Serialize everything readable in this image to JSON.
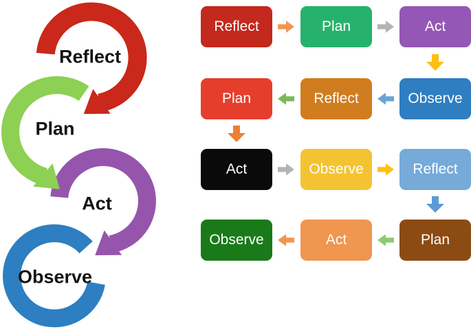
{
  "figure": {
    "cycle": {
      "rings": [
        {
          "label": "Reflect",
          "color": "#c9281a"
        },
        {
          "label": "Plan",
          "color": "#8dd053"
        },
        {
          "label": "Act",
          "color": "#9655ad"
        },
        {
          "label": "Observe",
          "color": "#2d7fc1"
        }
      ]
    },
    "flow_grid": {
      "rows": [
        {
          "boxes": [
            {
              "label": "Reflect",
              "bg": "#c3291c"
            },
            {
              "label": "Plan",
              "bg": "#26b26c"
            },
            {
              "label": "Act",
              "bg": "#9557b5"
            }
          ],
          "arrows": [
            {
              "dir": "right",
              "color": "#f0964f"
            },
            {
              "dir": "right",
              "color": "#b3b3b3"
            }
          ],
          "drop_arrow": {
            "dir": "down",
            "color": "#fdc00f"
          }
        },
        {
          "boxes": [
            {
              "label": "Plan",
              "bg": "#e63e2d"
            },
            {
              "label": "Reflect",
              "bg": "#d17d1f"
            },
            {
              "label": "Observe",
              "bg": "#2e7ec1"
            }
          ],
          "arrows": [
            {
              "dir": "left",
              "color": "#79ba58"
            },
            {
              "dir": "left",
              "color": "#68a3d9"
            }
          ],
          "drop_arrow": {
            "dir": "down",
            "color": "#ee7e33"
          }
        },
        {
          "boxes": [
            {
              "label": "Act",
              "bg": "#0a0a0a"
            },
            {
              "label": "Observe",
              "bg": "#f4c331"
            },
            {
              "label": "Reflect",
              "bg": "#75aad9"
            }
          ],
          "arrows": [
            {
              "dir": "right",
              "color": "#b3b3b3"
            },
            {
              "dir": "right",
              "color": "#fdc00f"
            }
          ],
          "drop_arrow": {
            "dir": "down",
            "color": "#5b9bd5"
          }
        },
        {
          "boxes": [
            {
              "label": "Observe",
              "bg": "#1a7a1a"
            },
            {
              "label": "Act",
              "bg": "#f0964f"
            },
            {
              "label": "Plan",
              "bg": "#8b4b13"
            }
          ],
          "arrows": [
            {
              "dir": "left",
              "color": "#f0964f"
            },
            {
              "dir": "left",
              "color": "#8fca70"
            }
          ]
        }
      ]
    }
  }
}
